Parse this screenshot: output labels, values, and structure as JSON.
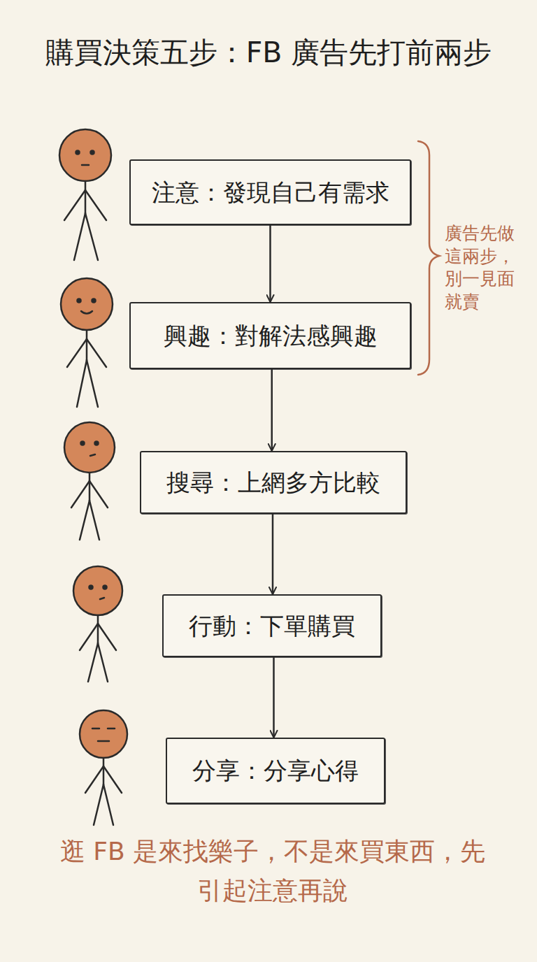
{
  "diagram": {
    "title": "購買決策五步：FB 廣告先打前兩步",
    "caption": "逛 FB 是來找樂子，不是來買東西，先引起注意再說",
    "nodes": [
      {
        "text": [
          "注意：發現自己有需求"
        ]
      },
      {
        "text": [
          "興趣：對解法感興趣"
        ]
      },
      {
        "text": [
          "搜尋：上網多方比較"
        ]
      },
      {
        "text": [
          "行動：下單購買"
        ]
      },
      {
        "text": [
          "分享：分享心得"
        ]
      }
    ],
    "edges": [
      {
        "from": 0,
        "to": 1,
        "arrow": "to"
      },
      {
        "from": 1,
        "to": 2,
        "arrow": "to"
      },
      {
        "from": 2,
        "to": 3,
        "arrow": "to"
      },
      {
        "from": 3,
        "to": 4,
        "arrow": "to"
      }
    ],
    "labels": [
      "廣告先做這兩步，別一見面就賣"
    ]
  }
}
